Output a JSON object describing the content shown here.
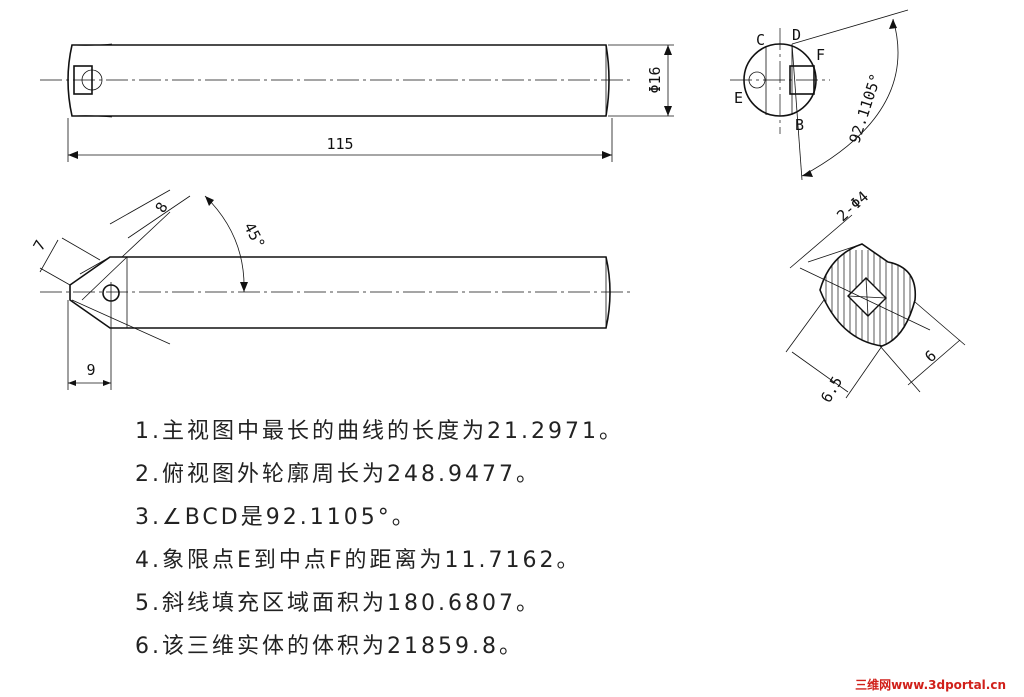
{
  "dimensions": {
    "length_115": "115",
    "dia_16": "Φ16",
    "dim_8": "8",
    "dim_7": "7",
    "angle_45": "45°",
    "dim_9": "9",
    "angle_bcd": "92.1105°",
    "holes_2_phi4": "2-Φ4",
    "dim_6": "6",
    "dim_6_5": "6.5"
  },
  "points": {
    "B": "B",
    "C": "C",
    "D": "D",
    "E": "E",
    "F": "F"
  },
  "notes": [
    "1.主视图中最长的曲线的长度为21.2971。",
    "2.俯视图外轮廓周长为248.9477。",
    "3.∠BCD是92.1105°。",
    "4.象限点E到中点F的距离为11.7162。",
    "5.斜线填充区域面积为180.6807。",
    "6.该三维实体的体积为21859.8。"
  ],
  "watermark": "三维网www.3dportal.cn"
}
